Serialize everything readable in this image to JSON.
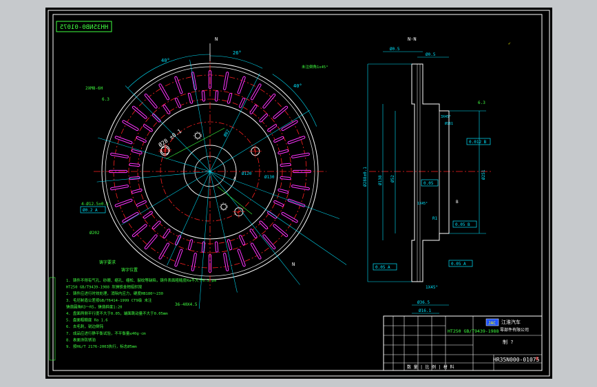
{
  "drawing": {
    "code_mirrored": "HH35NB0-01075",
    "part_number": "HR35N000-01075",
    "section_label": "N-N",
    "view_arrow_label": "N",
    "material": "HT250 GB/T9439-1988",
    "company_line1": "江淮汽车",
    "company_line2": "零部件有限公司",
    "part_name": "制 ?",
    "bottom_row": "数 量 | 比 例 | 材 料"
  },
  "colors": {
    "background": "#000000",
    "frame": "#ffffff",
    "hub": "#ffffff",
    "center_lines": "#ff2020",
    "vents": "#ff33ff",
    "dimensions": "#00e5ff",
    "annotations": "#40ff40",
    "accent": "#ffff00"
  },
  "labels": {
    "angle_top": "40°",
    "angle_top_right": "26°",
    "angle_right": "40°",
    "hole_spec": "2XM8-6H",
    "roughness": "6.3",
    "top_right_note": "未注倒角1x45°",
    "left_note": "4-Ø12.5±0.1",
    "left_box": "Ø0.2 A",
    "left_dia": "Ø202",
    "bcd_tag": "Ø28 ±0.1",
    "bottom_left_note": "铸字要求",
    "bottom_note": "铸字位置",
    "bottom_spec": "36-40X4.5",
    "mid_dia_1": "Ø120",
    "mid_dia_2": "Ø82",
    "mid_dia_3": "Ø130",
    "right_label_1": "A",
    "right_label_2": "B",
    "note_r": "R1",
    "dim_top_1": "Ø0.5",
    "dim_top_2": "Ø0.5",
    "section_dim_1": "Ø288±0.1",
    "section_dim_2": "Ø251",
    "section_dim_3": "Ø138",
    "section_dim_4": "Ø52",
    "section_dim_5": "Ø161",
    "tol_box_1": "0.012 B",
    "tol_box_2": "0.05 A",
    "tol_box_3": "0.05 A",
    "tol_box_4": "0.05 B",
    "tol_box_5": "0.05",
    "chamfer_1": "1X45°",
    "chamfer_2": "1X45°",
    "bottom_dim_1": "Ø36.5",
    "bottom_dim_2": "Ø16.1",
    "side_1": "3X45°",
    "roughness_tr": "6.3"
  },
  "notes": [
    "1. 铸件不得有气孔、砂眼、缩孔、缩松、裂纹等缺陷，铸件表面粗糙度Ra不大于6.3 μm",
    "   HT250 GB/T9439-1988 灰铸铁金相组织按",
    "2. 铸件应进行时效处理，消除内应力，硬度HB180～230",
    "3. 毛坯制造公差按GB/T6414-1999 CT9级 未注",
    "   铸造圆角R3～R5，铸造斜度1:20",
    "4. 盘面两侧平行度不大于0.05，端面跳动量不大于0.05mm",
    "5. 盘面粗糙度 Ra 1.6",
    "6. 去毛刺，锐边倒钝",
    "7. 成品应进行静平衡试验，不平衡量≤40g·cm",
    "8. 表面涂防锈油",
    "9. 按HG/T 2176-2003执行，标志Ø5mm"
  ]
}
